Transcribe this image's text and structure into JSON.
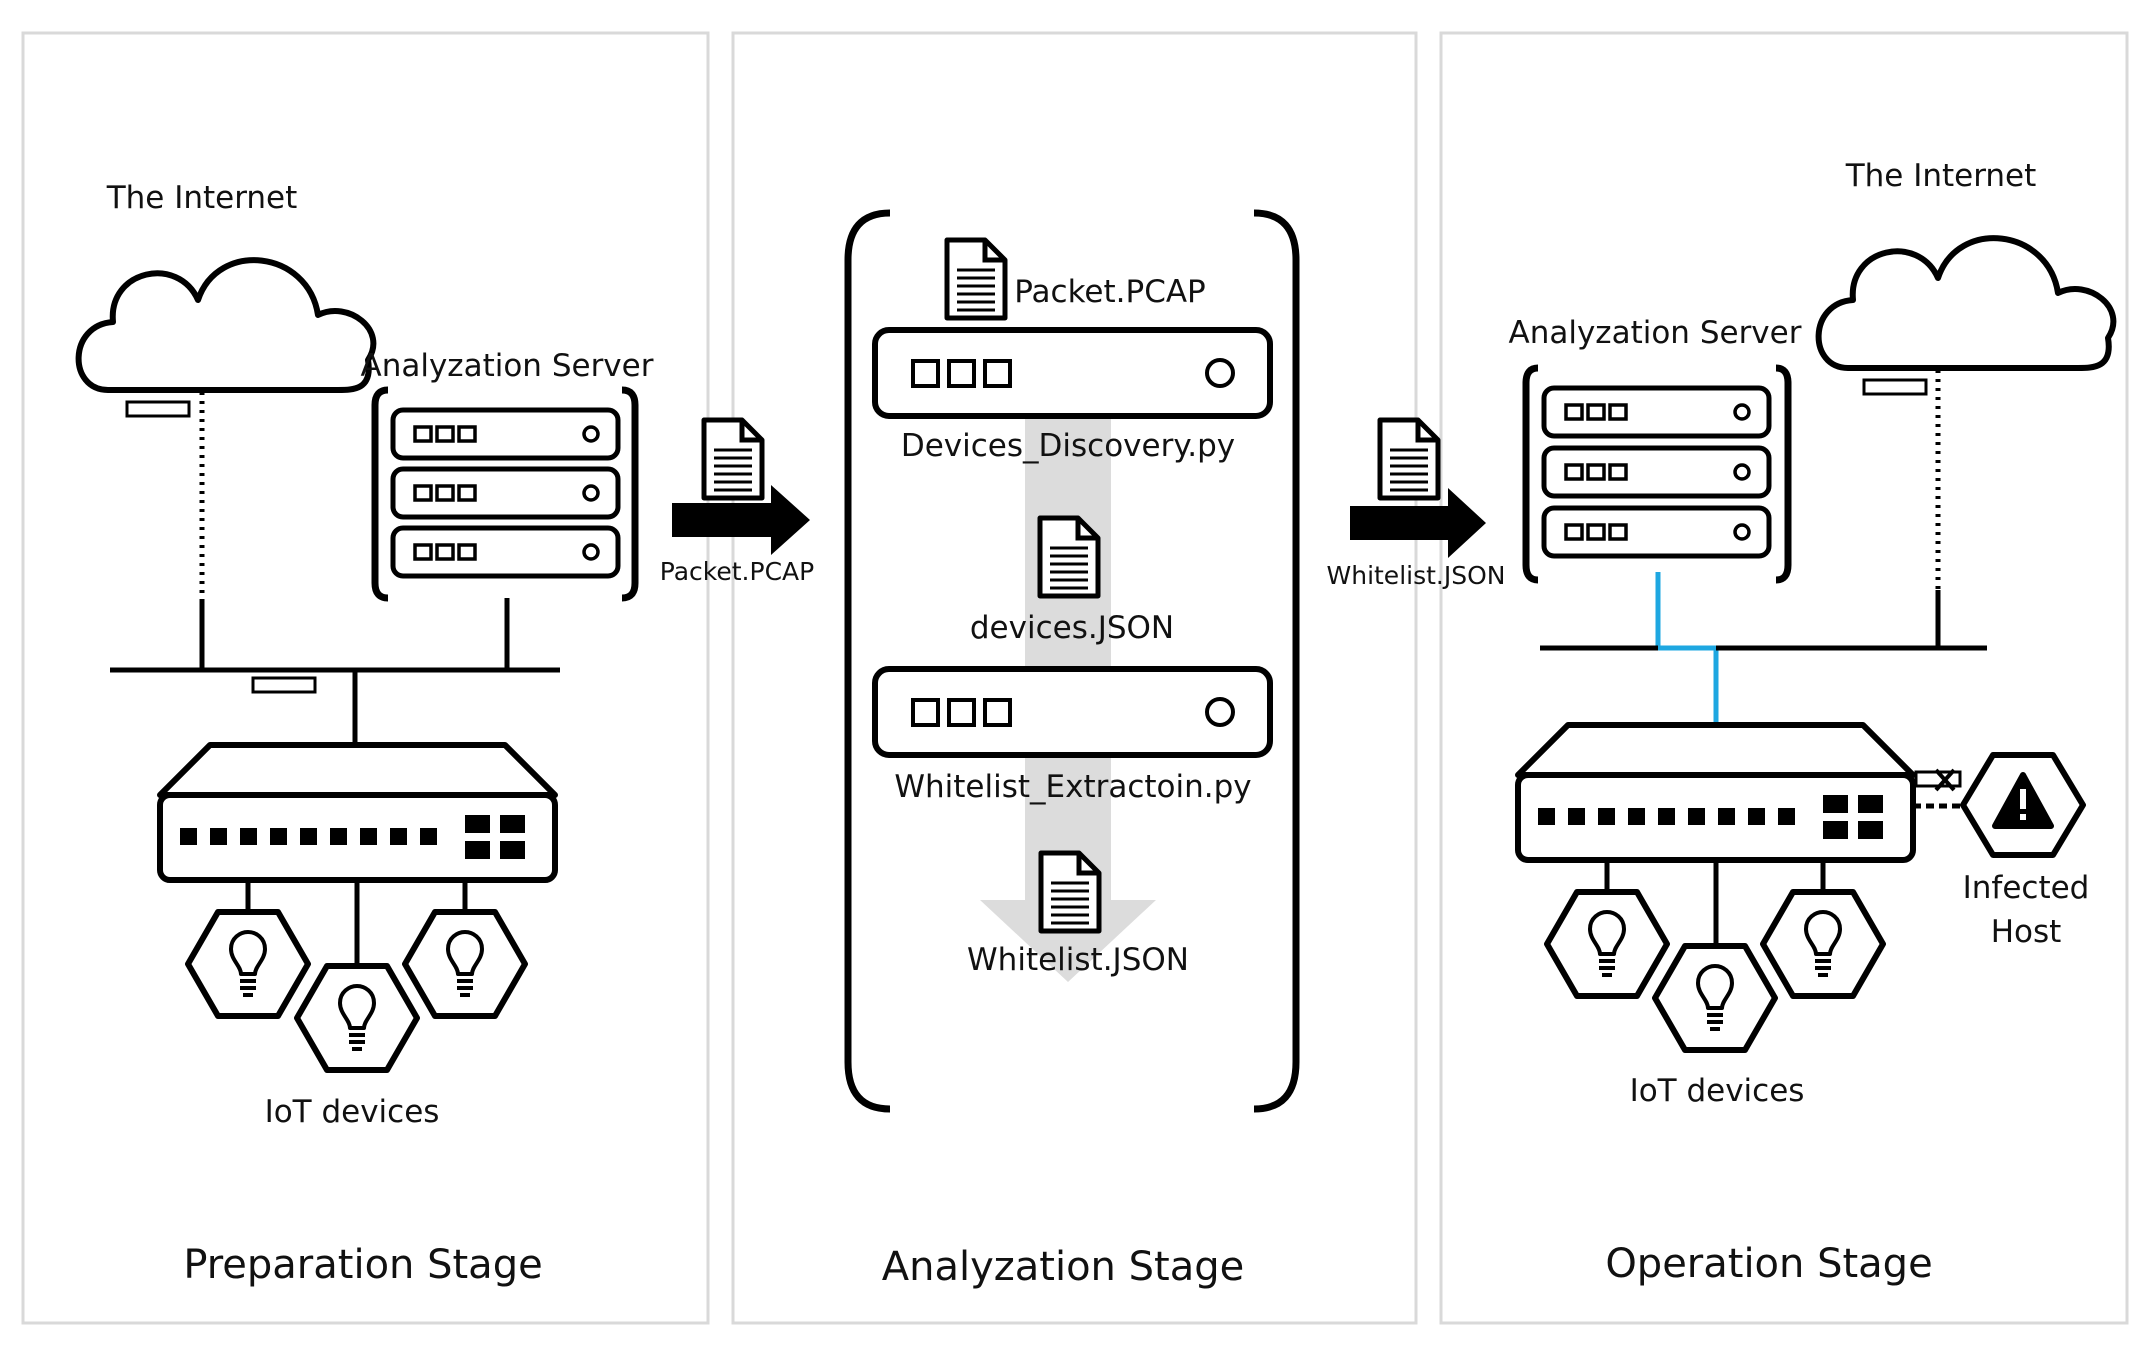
{
  "stages": [
    {
      "title": "Preparation Stage"
    },
    {
      "title": "Analyzation Stage"
    },
    {
      "title": "Operation Stage"
    }
  ],
  "preparation": {
    "internet_label": "The Internet",
    "server_label": "Analyzation Server",
    "iot_label": "IoT devices"
  },
  "transfer1": {
    "label": "Packet.PCAP"
  },
  "analyzation": {
    "input_file": "Packet.PCAP",
    "step1_script": "Devices_Discovery.py",
    "intermediate_file": "devices.JSON",
    "step2_script": "Whitelist_Extractoin.py",
    "output_file": "Whitelist.JSON"
  },
  "transfer2": {
    "label": "Whitelist.JSON"
  },
  "operation": {
    "internet_label": "The Internet",
    "server_label": "Analyzation Server",
    "iot_label": "IoT devices",
    "infected_host_label_line1": "Infected",
    "infected_host_label_line2": "Host"
  },
  "colors": {
    "line": "#000000",
    "panel_border": "#d9d9d9",
    "highlight_link": "#1ea7e1",
    "flow_arrow": "#dcdcdc"
  }
}
